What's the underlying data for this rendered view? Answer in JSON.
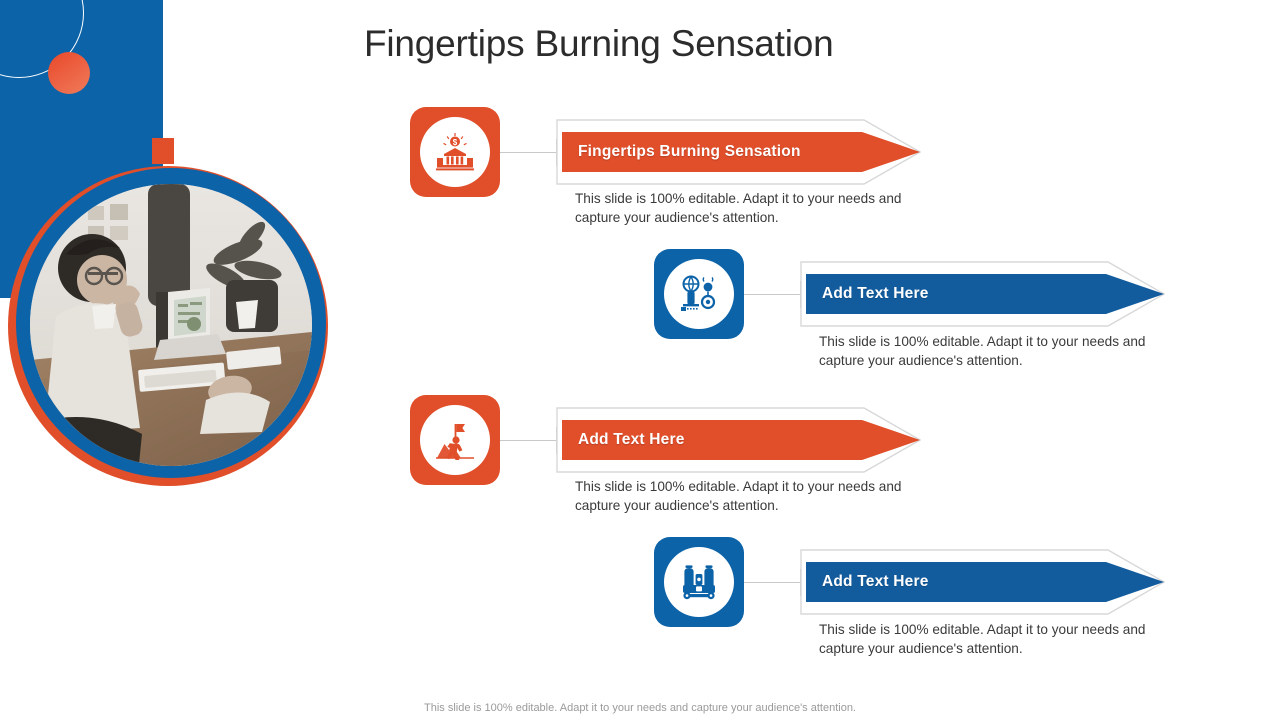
{
  "slide": {
    "title": "Fingertips Burning Sensation",
    "footer": "This slide is 100% editable. Adapt it to your needs and capture your audience's attention.",
    "colors": {
      "orange": "#E04E2A",
      "blue": "#0C63A8",
      "blue_dark": "#125C9E",
      "title_text": "#2c2c2c",
      "body_text": "#3a3a3a",
      "footer_text": "#9a9a9a",
      "connector": "#c9c9c9"
    }
  },
  "decoration": {
    "blue_panel_name": "blue-panel",
    "orange_dot_name": "orange-dot",
    "white_arc_name": "white-circle-outline",
    "photo_alt": "Woman with glasses working on a laptop at an office table"
  },
  "rows": [
    {
      "id": "row-1",
      "accent": "orange",
      "icon": "bank-money-icon",
      "label": "Fingertips Burning Sensation",
      "description": "This slide is 100% editable. Adapt it to your needs and capture your audience's attention."
    },
    {
      "id": "row-2",
      "accent": "blue",
      "icon": "globe-tower-icon",
      "label": "Add Text Here",
      "description": "This slide is 100% editable. Adapt it to your needs and capture your audience's attention."
    },
    {
      "id": "row-3",
      "accent": "orange",
      "icon": "mountain-climber-flag-icon",
      "label": "Add Text Here",
      "description": "This slide is 100% editable. Adapt it to your needs and capture your audience's attention."
    },
    {
      "id": "row-4",
      "accent": "blue",
      "icon": "binoculars-icon",
      "label": "Add Text Here",
      "description": "This slide is 100% editable. Adapt it to your needs and capture your audience's attention."
    }
  ]
}
